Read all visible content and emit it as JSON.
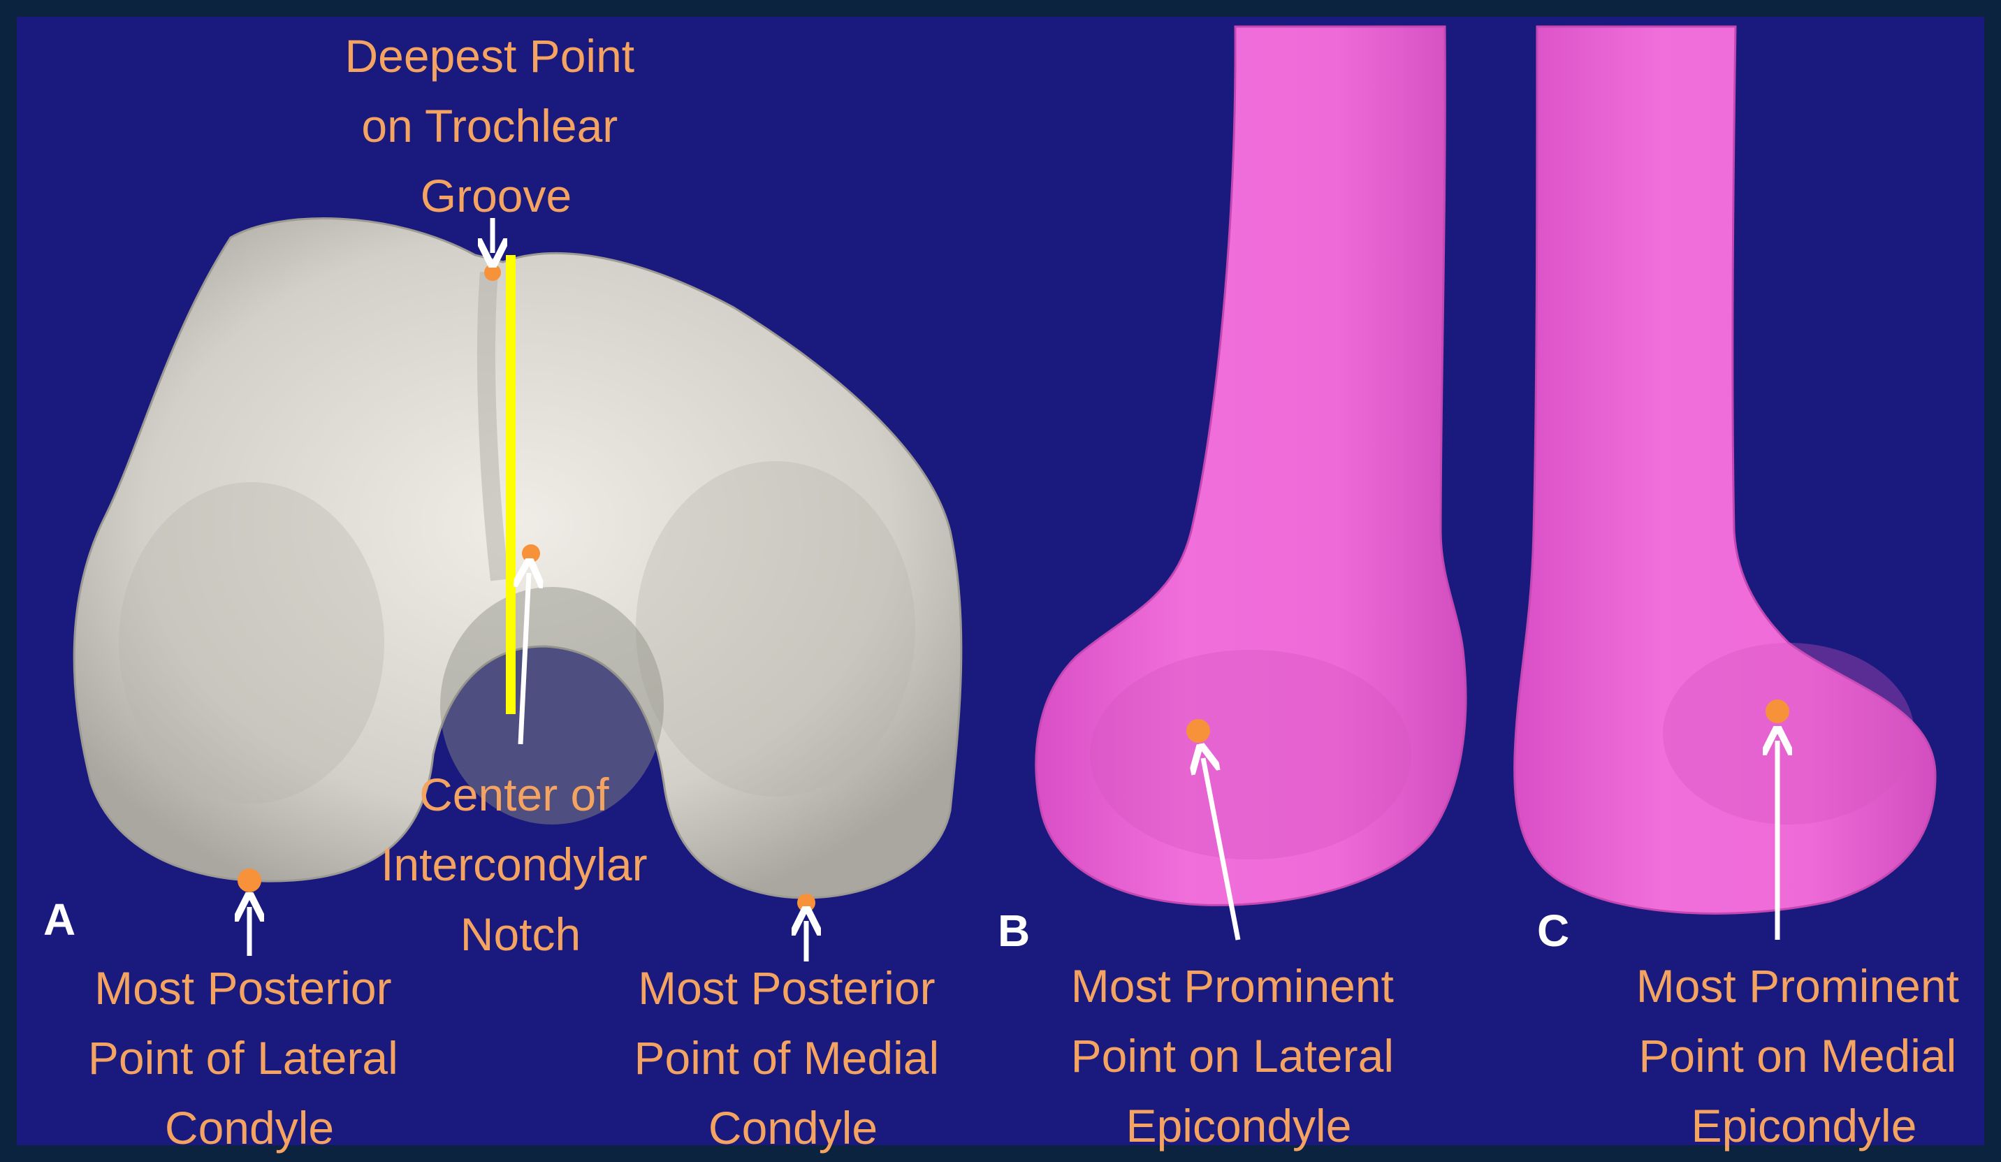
{
  "colors": {
    "background": "#1a1a7e",
    "border": "#0c2340",
    "label": "#f4a460",
    "landmark_dot": "#f7923a",
    "bone_femur_posterior": "#d8d6cf",
    "bone_femur_anterior": "#ee66d8",
    "axis_line": "#ffff00",
    "arrow": "#ffffff",
    "panel_letter": "#ffffff"
  },
  "panels": {
    "a": {
      "letter": "A",
      "labels": {
        "trochlear": [
          "Deepest Point",
          "on Trochlear",
          "Groove"
        ],
        "notch": [
          "Center of",
          "Intercondylar",
          "Notch"
        ],
        "lateral_condyle": [
          "Most Posterior",
          "Point of Lateral",
          "Condyle"
        ],
        "medial_condyle": [
          "Most Posterior",
          "Point of Medial",
          "Condyle"
        ]
      }
    },
    "b": {
      "letter": "B",
      "labels": {
        "lateral_epicondyle": [
          "Most Prominent",
          "Point on Lateral",
          "Epicondyle"
        ]
      }
    },
    "c": {
      "letter": "C",
      "labels": {
        "medial_epicondyle": [
          "Most Prominent",
          "Point on Medial",
          "Epicondyle"
        ]
      }
    }
  }
}
